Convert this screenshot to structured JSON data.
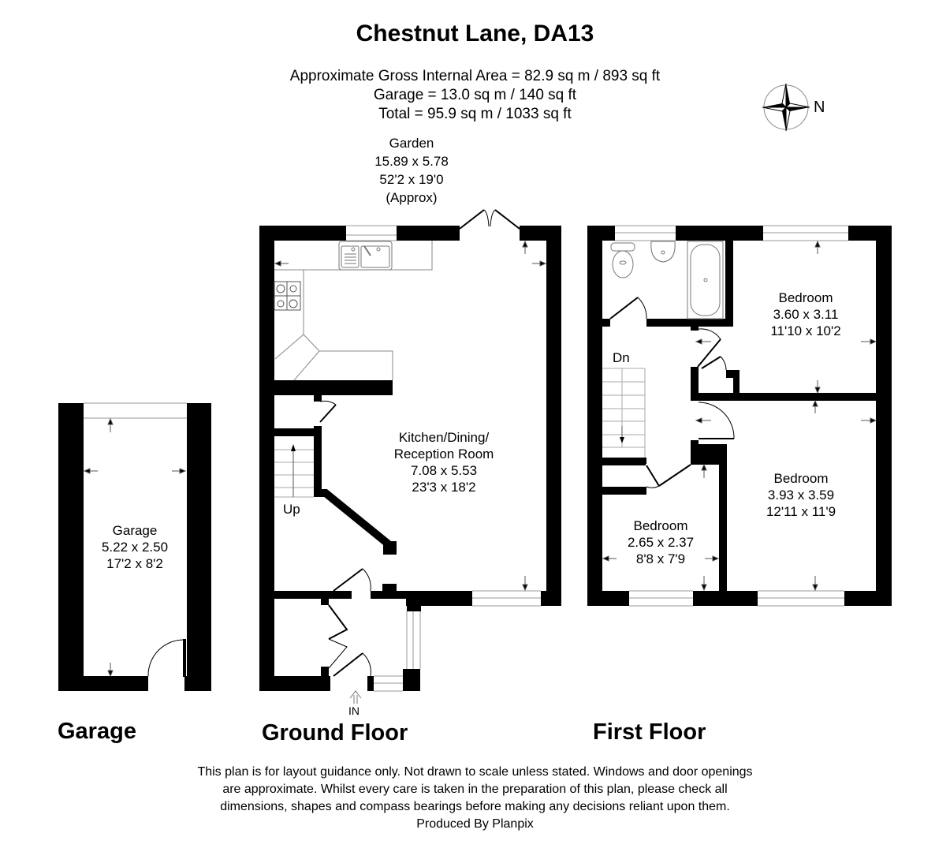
{
  "header": {
    "title": "Chestnut Lane, DA13",
    "area_lines": [
      "Approximate Gross Internal Area = 82.9 sq m / 893 sq ft",
      "Garage = 13.0 sq m / 140 sq ft",
      "Total =  95.9 sq m / 1033 sq ft"
    ]
  },
  "compass": {
    "icon": "compass-rose-icon",
    "label": "N"
  },
  "garden": {
    "name": "Garden",
    "metric": "15.89 x 5.78",
    "imperial": "52'2 x 19'0",
    "note": "(Approx)"
  },
  "garage": {
    "floor_label": "Garage",
    "room": {
      "name": "Garage",
      "metric": "5.22 x 2.50",
      "imperial": "17'2 x 8'2"
    }
  },
  "ground_floor": {
    "floor_label": "Ground Floor",
    "rooms": [
      {
        "name": "Kitchen/Dining/",
        "name2": "Reception Room",
        "metric": "7.08 x 5.53",
        "imperial": "23'3 x 18'2"
      }
    ],
    "stairs_label": "Up",
    "entrance_label": "IN"
  },
  "first_floor": {
    "floor_label": "First Floor",
    "stairs_label": "Dn",
    "rooms": [
      {
        "name": "Bedroom",
        "metric": "3.60 x 3.11",
        "imperial": "11'10 x 10'2"
      },
      {
        "name": "Bedroom",
        "metric": "3.93 x 3.59",
        "imperial": "12'11 x 11'9"
      },
      {
        "name": "Bedroom",
        "metric": "2.65 x 2.37",
        "imperial": "8'8 x 7'9"
      }
    ]
  },
  "footer": {
    "disclaimer_lines": [
      "This plan is for layout guidance only. Not drawn to scale unless stated. Windows and door openings",
      "are approximate. Whilst every care is taken in the preparation of this plan, please check all",
      "dimensions, shapes and compass bearings before making any decisions reliant upon them."
    ],
    "producer": "Produced By Planpix"
  }
}
